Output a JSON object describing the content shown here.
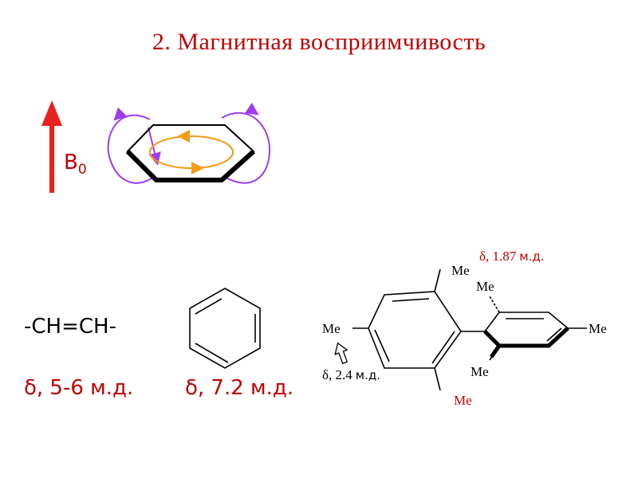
{
  "title": "2.  Магнитная восприимчивость",
  "field_label": {
    "main": "B",
    "sub": "0"
  },
  "alkene": {
    "formula": "-CH=CH-",
    "shift": "δ, 5-6 м.д."
  },
  "benzene": {
    "shift": "δ, 7.2 м.д."
  },
  "biaryl": {
    "me_labels": [
      "Me",
      "Me",
      "Me",
      "Me",
      "Me",
      "Me"
    ],
    "shift_ortho": {
      "delta": "δ, 1.87",
      "unit": "м.д."
    },
    "shift_para": {
      "delta": "δ, 2.4",
      "unit": "м.д."
    }
  },
  "colors": {
    "accent_red": "#c00000",
    "field_arrow": "#e8231f",
    "field_lines": "#a03cf0",
    "ring_current": "#f39b1c"
  }
}
